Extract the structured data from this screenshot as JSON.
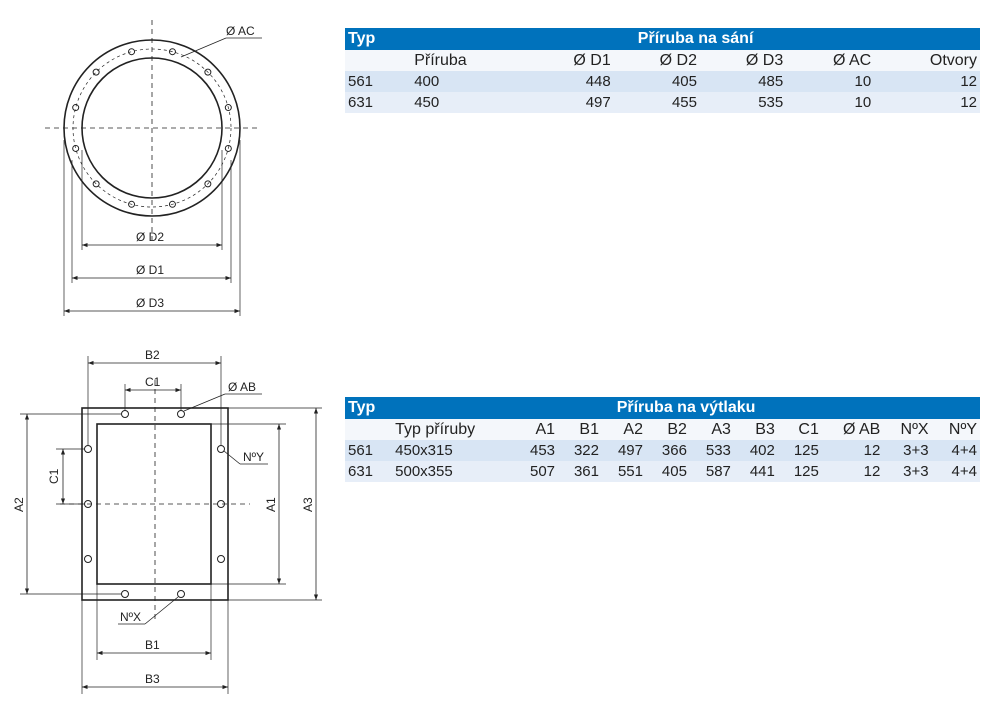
{
  "drawing_labels": {
    "circle": {
      "ac": "Ø AC",
      "d1": "Ø D1",
      "d2": "Ø D2",
      "d3": "Ø D3"
    },
    "rect": {
      "b2": "B2",
      "c1_top": "C1",
      "ab": "Ø AB",
      "ny": "NºY",
      "c1_side": "C1",
      "a2": "A2",
      "a1": "A1",
      "a3": "A3",
      "nx": "NºX",
      "b1": "B1",
      "b3": "B3"
    }
  },
  "suction_table": {
    "typ": "Typ",
    "title": "Příruba na sání",
    "columns": [
      "Příruba",
      "Ø D1",
      "Ø D2",
      "Ø D3",
      "Ø AC",
      "Otvory"
    ],
    "rows": [
      [
        "561",
        "400",
        "448",
        "405",
        "485",
        "10",
        "12"
      ],
      [
        "631",
        "450",
        "497",
        "455",
        "535",
        "10",
        "12"
      ]
    ]
  },
  "discharge_table": {
    "typ": "Typ",
    "title": "Příruba na výtlaku",
    "columns": [
      "Typ příruby",
      "A1",
      "B1",
      "A2",
      "B2",
      "A3",
      "B3",
      "C1",
      "Ø AB",
      "NºX",
      "NºY"
    ],
    "rows": [
      [
        "561",
        "450x315",
        "453",
        "322",
        "497",
        "366",
        "533",
        "402",
        "125",
        "12",
        "3+3",
        "4+4"
      ],
      [
        "631",
        "500x355",
        "507",
        "361",
        "551",
        "405",
        "587",
        "441",
        "125",
        "12",
        "3+3",
        "4+4"
      ]
    ]
  },
  "colors": {
    "header": "#0072bc",
    "row1": "#d8e5f4",
    "row2": "#e7eef8"
  }
}
